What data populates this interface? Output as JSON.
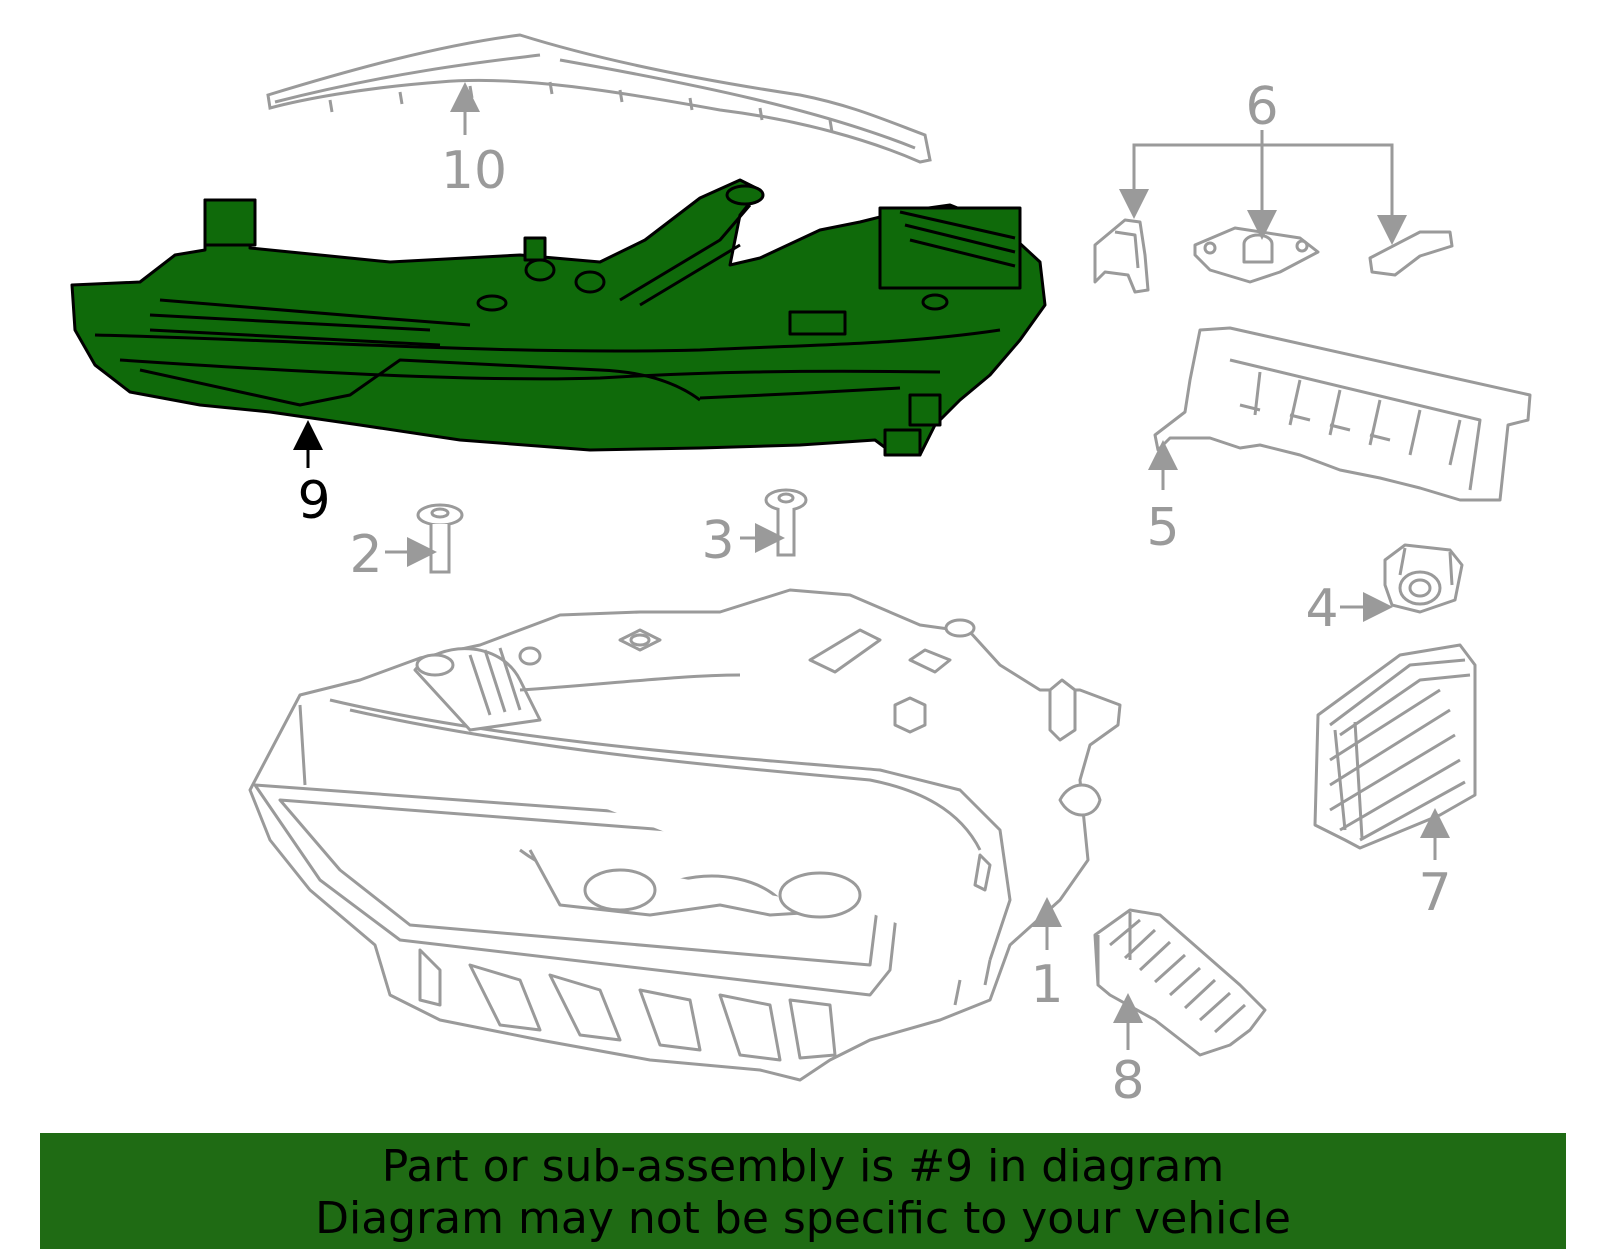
{
  "colors": {
    "highlight_fill": "#0f6a0a",
    "highlight_stroke": "#000000",
    "part_stroke": "#9a9a9a",
    "banner_bg": "#1f6b14",
    "banner_text": "#000000"
  },
  "callouts": {
    "c1": "1",
    "c2": "2",
    "c3": "3",
    "c4": "4",
    "c5": "5",
    "c6": "6",
    "c7": "7",
    "c8": "8",
    "c9": "9",
    "c10": "10"
  },
  "banner": {
    "line1": "Part or sub-assembly is #9 in diagram",
    "line2": "Diagram may not be specific to your vehicle"
  }
}
